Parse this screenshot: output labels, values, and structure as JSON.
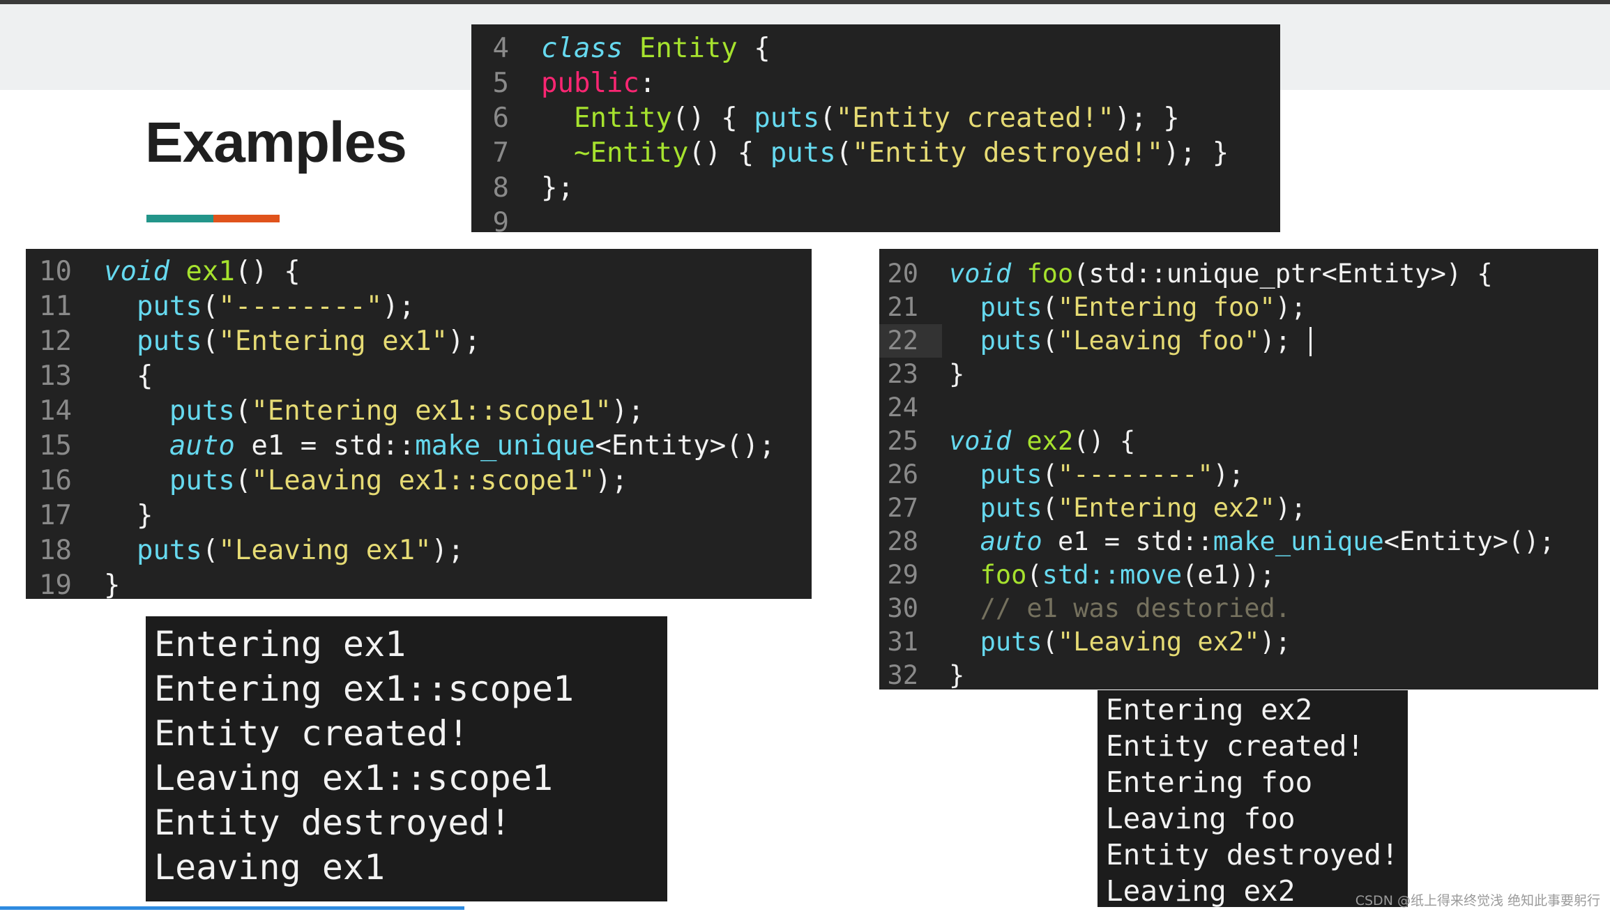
{
  "slide": {
    "title": "Examples",
    "accent_colors": [
      "#23958a",
      "#e0531c"
    ]
  },
  "code_top": {
    "lines": [
      {
        "n": "4",
        "tokens": [
          [
            "kw",
            "class"
          ],
          [
            "pl",
            " "
          ],
          [
            "fn",
            "Entity"
          ],
          [
            "pl",
            " {"
          ]
        ]
      },
      {
        "n": "5",
        "tokens": [
          [
            "pub",
            "public"
          ],
          [
            "pl",
            ":"
          ]
        ]
      },
      {
        "n": "6",
        "tokens": [
          [
            "pl",
            "  "
          ],
          [
            "fn",
            "Entity"
          ],
          [
            "pl",
            "() { "
          ],
          [
            "call",
            "puts"
          ],
          [
            "pl",
            "("
          ],
          [
            "str",
            "\"Entity created!\""
          ],
          [
            "pl",
            "); }"
          ]
        ]
      },
      {
        "n": "7",
        "tokens": [
          [
            "pl",
            "  "
          ],
          [
            "fn",
            "~Entity"
          ],
          [
            "pl",
            "() { "
          ],
          [
            "call",
            "puts"
          ],
          [
            "pl",
            "("
          ],
          [
            "str",
            "\"Entity destroyed!\""
          ],
          [
            "pl",
            "); }"
          ]
        ]
      },
      {
        "n": "8",
        "tokens": [
          [
            "pl",
            "};"
          ]
        ]
      },
      {
        "n": "9",
        "tokens": []
      }
    ]
  },
  "code_left": {
    "lines": [
      {
        "n": "10",
        "tokens": [
          [
            "kw",
            "void"
          ],
          [
            "pl",
            " "
          ],
          [
            "fn",
            "ex1"
          ],
          [
            "pl",
            "() {"
          ]
        ]
      },
      {
        "n": "11",
        "tokens": [
          [
            "pl",
            "  "
          ],
          [
            "call",
            "puts"
          ],
          [
            "pl",
            "("
          ],
          [
            "str",
            "\"--------\""
          ],
          [
            "pl",
            ");"
          ]
        ]
      },
      {
        "n": "12",
        "tokens": [
          [
            "pl",
            "  "
          ],
          [
            "call",
            "puts"
          ],
          [
            "pl",
            "("
          ],
          [
            "str",
            "\"Entering ex1\""
          ],
          [
            "pl",
            ");"
          ]
        ]
      },
      {
        "n": "13",
        "tokens": [
          [
            "pl",
            "  {"
          ]
        ]
      },
      {
        "n": "14",
        "tokens": [
          [
            "pl",
            "    "
          ],
          [
            "call",
            "puts"
          ],
          [
            "pl",
            "("
          ],
          [
            "str",
            "\"Entering ex1::scope1\""
          ],
          [
            "pl",
            ");"
          ]
        ]
      },
      {
        "n": "15",
        "tokens": [
          [
            "pl",
            "    "
          ],
          [
            "kw",
            "auto"
          ],
          [
            "pl",
            " e1 = std::"
          ],
          [
            "call",
            "make_unique"
          ],
          [
            "pl",
            "<Entity>();"
          ]
        ]
      },
      {
        "n": "16",
        "tokens": [
          [
            "pl",
            "    "
          ],
          [
            "call",
            "puts"
          ],
          [
            "pl",
            "("
          ],
          [
            "str",
            "\"Leaving ex1::scope1\""
          ],
          [
            "pl",
            ");"
          ]
        ]
      },
      {
        "n": "17",
        "tokens": [
          [
            "pl",
            "  }"
          ]
        ]
      },
      {
        "n": "18",
        "tokens": [
          [
            "pl",
            "  "
          ],
          [
            "call",
            "puts"
          ],
          [
            "pl",
            "("
          ],
          [
            "str",
            "\"Leaving ex1\""
          ],
          [
            "pl",
            ");"
          ]
        ]
      },
      {
        "n": "19",
        "tokens": [
          [
            "pl",
            "}"
          ]
        ]
      }
    ]
  },
  "code_right": {
    "lines": [
      {
        "n": "20",
        "tokens": [
          [
            "kw",
            "void"
          ],
          [
            "pl",
            " "
          ],
          [
            "fn",
            "foo"
          ],
          [
            "pl",
            "(std::unique_ptr<Entity>) {"
          ]
        ]
      },
      {
        "n": "21",
        "tokens": [
          [
            "pl",
            "  "
          ],
          [
            "call",
            "puts"
          ],
          [
            "pl",
            "("
          ],
          [
            "str",
            "\"Entering foo\""
          ],
          [
            "pl",
            ");"
          ]
        ]
      },
      {
        "n": "22",
        "tokens": [
          [
            "pl",
            "  "
          ],
          [
            "call",
            "puts"
          ],
          [
            "pl",
            "("
          ],
          [
            "str",
            "\"Leaving foo\""
          ],
          [
            "pl",
            ");"
          ]
        ]
      },
      {
        "n": "23",
        "tokens": [
          [
            "pl",
            "}"
          ]
        ]
      },
      {
        "n": "24",
        "tokens": []
      },
      {
        "n": "25",
        "tokens": [
          [
            "kw",
            "void"
          ],
          [
            "pl",
            " "
          ],
          [
            "fn",
            "ex2"
          ],
          [
            "pl",
            "() {"
          ]
        ]
      },
      {
        "n": "26",
        "tokens": [
          [
            "pl",
            "  "
          ],
          [
            "call",
            "puts"
          ],
          [
            "pl",
            "("
          ],
          [
            "str",
            "\"--------\""
          ],
          [
            "pl",
            ");"
          ]
        ]
      },
      {
        "n": "27",
        "tokens": [
          [
            "pl",
            "  "
          ],
          [
            "call",
            "puts"
          ],
          [
            "pl",
            "("
          ],
          [
            "str",
            "\"Entering ex2\""
          ],
          [
            "pl",
            ");"
          ]
        ]
      },
      {
        "n": "28",
        "tokens": [
          [
            "pl",
            "  "
          ],
          [
            "kw",
            "auto"
          ],
          [
            "pl",
            " e1 = std::"
          ],
          [
            "call",
            "make_unique"
          ],
          [
            "pl",
            "<Entity>();"
          ]
        ]
      },
      {
        "n": "29",
        "tokens": [
          [
            "pl",
            "  "
          ],
          [
            "fn",
            "foo"
          ],
          [
            "pl",
            "("
          ],
          [
            "call",
            "std::move"
          ],
          [
            "pl",
            "(e1));"
          ]
        ]
      },
      {
        "n": "30",
        "tokens": [
          [
            "pl",
            "  "
          ],
          [
            "cm",
            "// e1 was destoried."
          ]
        ]
      },
      {
        "n": "31",
        "tokens": [
          [
            "pl",
            "  "
          ],
          [
            "call",
            "puts"
          ],
          [
            "pl",
            "("
          ],
          [
            "str",
            "\"Leaving ex2\""
          ],
          [
            "pl",
            ");"
          ]
        ]
      },
      {
        "n": "32",
        "tokens": [
          [
            "pl",
            "}"
          ]
        ]
      }
    ]
  },
  "output_left": {
    "lines": [
      "Entering ex1",
      "Entering ex1::scope1",
      "Entity created!",
      "Leaving ex1::scope1",
      "Entity destroyed!",
      "Leaving ex1"
    ]
  },
  "output_right": {
    "lines": [
      "Entering ex2",
      "Entity created!",
      "Entering foo",
      "Leaving foo",
      "Entity destroyed!",
      "Leaving ex2"
    ]
  },
  "watermark": "CSDN @纸上得来终觉浅 绝知此事要躬行"
}
